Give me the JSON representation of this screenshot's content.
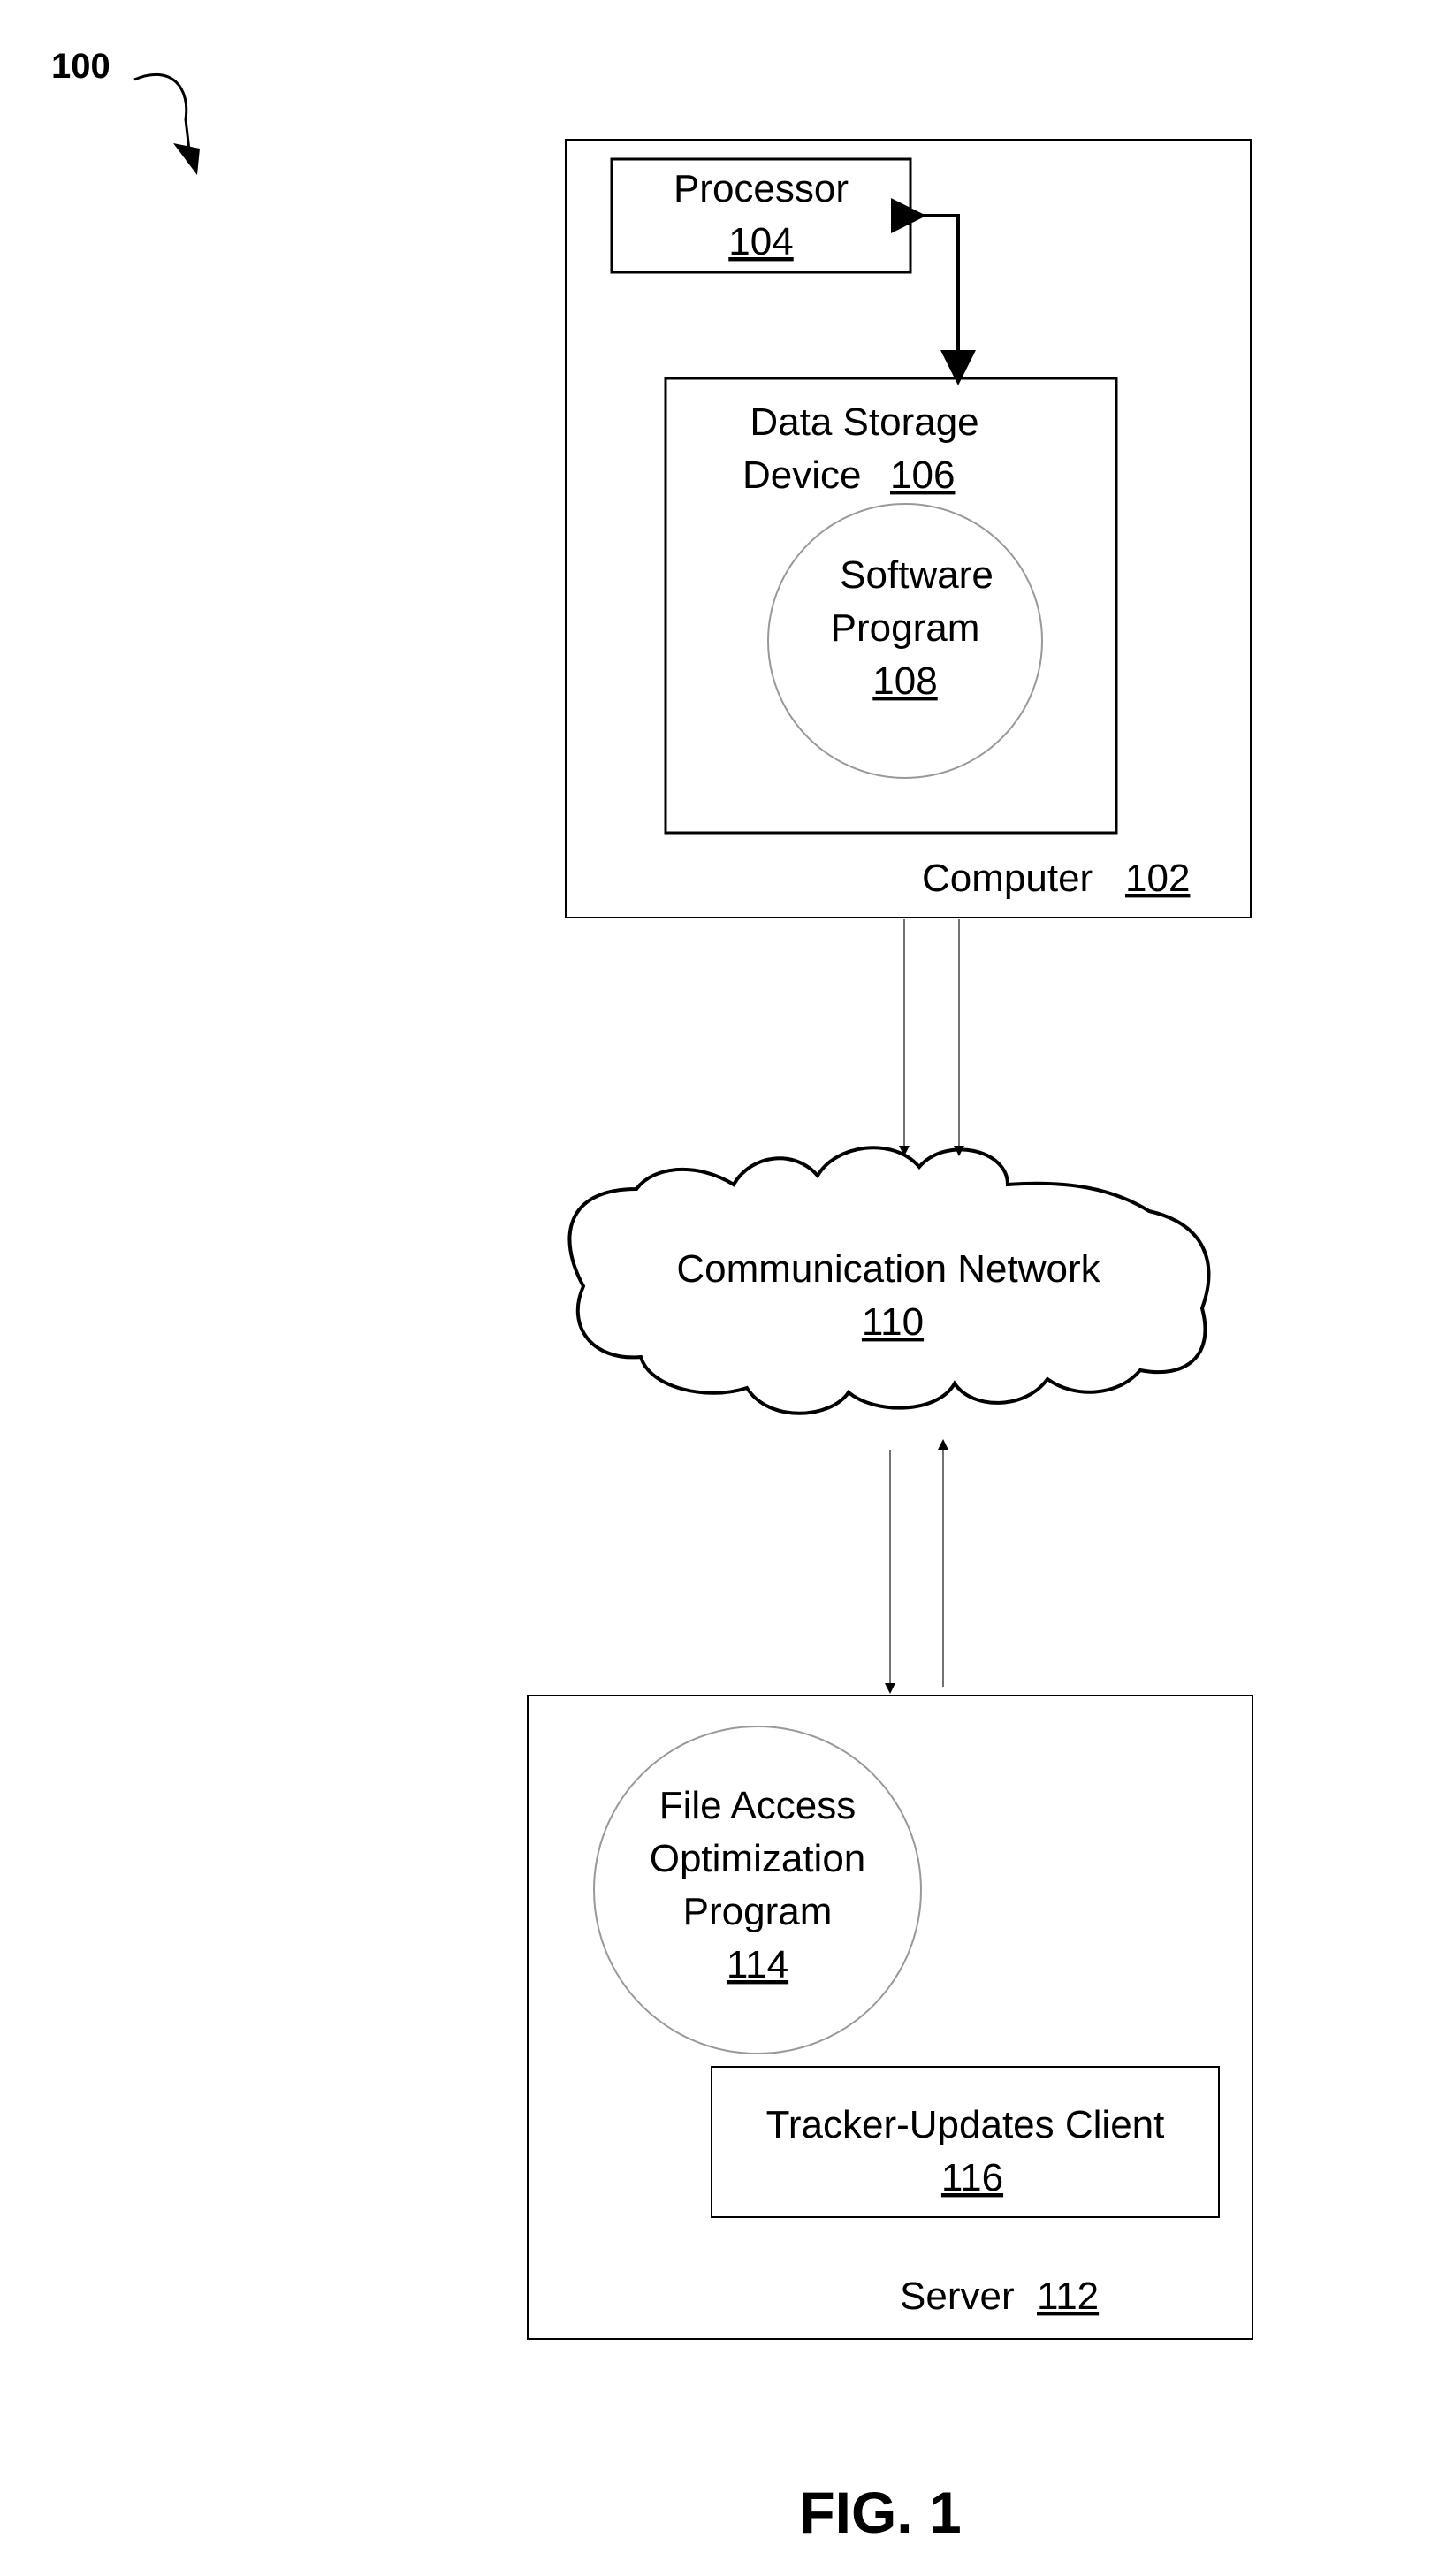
{
  "figure": {
    "ref": "100",
    "caption": "FIG. 1"
  },
  "computer": {
    "label": "Computer",
    "ref": "102",
    "processor": {
      "label": "Processor",
      "ref": "104"
    },
    "data_storage": {
      "label_line1": "Data Storage",
      "label_line2": "Device",
      "ref": "106",
      "software_program": {
        "label_line1": "Software",
        "label_line2": "Program",
        "ref": "108"
      }
    }
  },
  "network": {
    "label": "Communication Network",
    "ref": "110"
  },
  "server": {
    "label": "Server",
    "ref": "112",
    "file_access_program": {
      "label_line1": "File Access",
      "label_line2": "Optimization",
      "label_line3": "Program",
      "ref": "114"
    },
    "tracker_client": {
      "label": "Tracker-Updates Client",
      "ref": "116"
    }
  }
}
